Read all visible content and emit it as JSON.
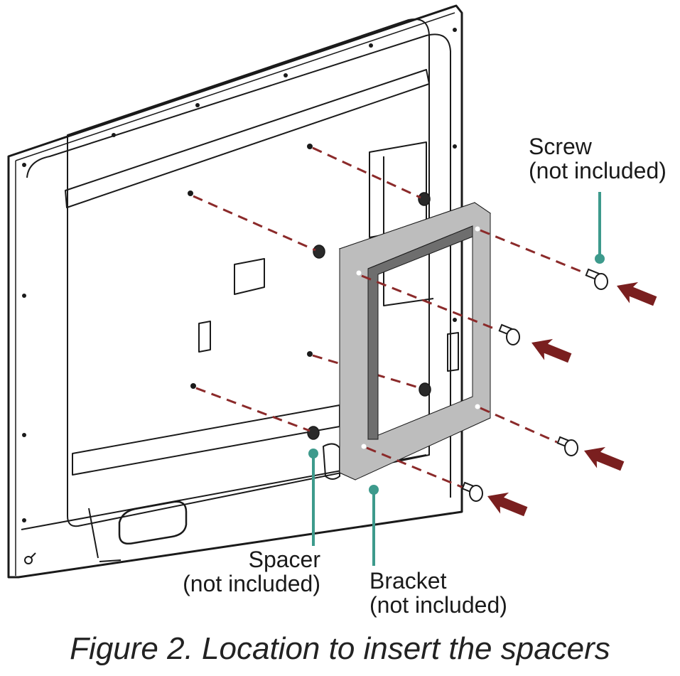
{
  "labels": {
    "screw": {
      "title": "Screw",
      "note": "(not included)"
    },
    "spacer": {
      "title": "Spacer",
      "note": "(not included)"
    },
    "bracket": {
      "title": "Bracket",
      "note": "(not included)"
    }
  },
  "caption": "Figure 2. Location to insert the spacers",
  "colors": {
    "outline": "#1a1a1a",
    "bracket_face": "#bdbdbd",
    "bracket_inner": "#6e6e6e",
    "guide_dash": "#8b2a2a",
    "arrow": "#7a1f1f",
    "callout": "#3d9a8c"
  }
}
